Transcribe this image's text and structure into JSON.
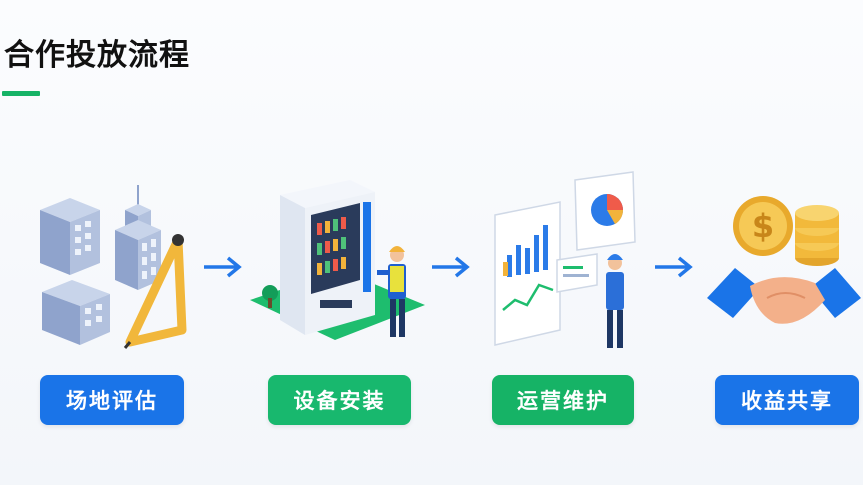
{
  "title": "合作投放流程",
  "steps": [
    {
      "label": "场地评估",
      "color": "#1a74e8",
      "icon": "buildings-icon"
    },
    {
      "label": "设备安装",
      "color": "#18b86e",
      "icon": "vending-machine-icon"
    },
    {
      "label": "运营维护",
      "color": "#16b366",
      "icon": "analytics-dashboard-icon"
    },
    {
      "label": "收益共享",
      "color": "#1a74e8",
      "icon": "handshake-coins-icon"
    }
  ],
  "colors": {
    "accent": "#16b366",
    "primary": "#1a74e8",
    "arrow": "#2277e8"
  }
}
